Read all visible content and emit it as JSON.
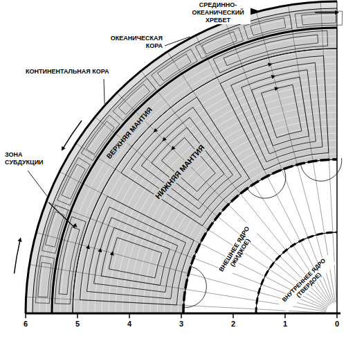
{
  "diagram": {
    "nodes": [
      {
        "text": [
          "ВЕРХНЯЯ МАНТИЯ"
        ]
      },
      {
        "text": [
          "НИЖНЯЯ МАНТИЯ"
        ]
      },
      {
        "text": [
          "ВНЕШНЕЕ ЯДРО (ЖИДКОЕ)"
        ]
      },
      {
        "text": [
          "ВНУТРЕННЕЕ ЯДРО (ТВЕРДОЕ)"
        ]
      }
    ],
    "labels": [
      "СРЕДИННО- ОКЕАНИЧЕСКИЙ ХРЕБЕТ",
      "ОКЕАНИЧЕСКАЯ КОРА",
      "КОНТИНЕНТАЛЬНАЯ КОРА",
      "ЗОНА СУБДУКЦИИ",
      "6",
      "5",
      "4",
      "3",
      "2",
      "1",
      "0"
    ]
  }
}
